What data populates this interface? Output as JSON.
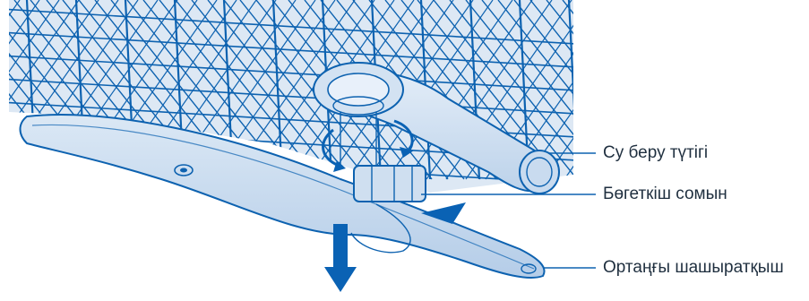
{
  "diagram": {
    "labels": [
      {
        "id": "supply-tube",
        "text": "Су беру түтігі"
      },
      {
        "id": "locking-nut",
        "text": "Бөгеткіш сомын"
      },
      {
        "id": "middle-spray-arm",
        "text": "Ортаңғы шашыратқыш"
      }
    ],
    "colors": {
      "rack_fill": "#d9e6f4",
      "rack_line": "#0d62b0",
      "arm_fill": "#c4d8ee",
      "arrow": "#0a62b4",
      "callout_line": "#0d62b0",
      "label_text": "#1f2f3f"
    },
    "icons": [
      "rotation-arrow-icon",
      "removal-arrow-icon",
      "pointer-arrow-icon"
    ]
  }
}
